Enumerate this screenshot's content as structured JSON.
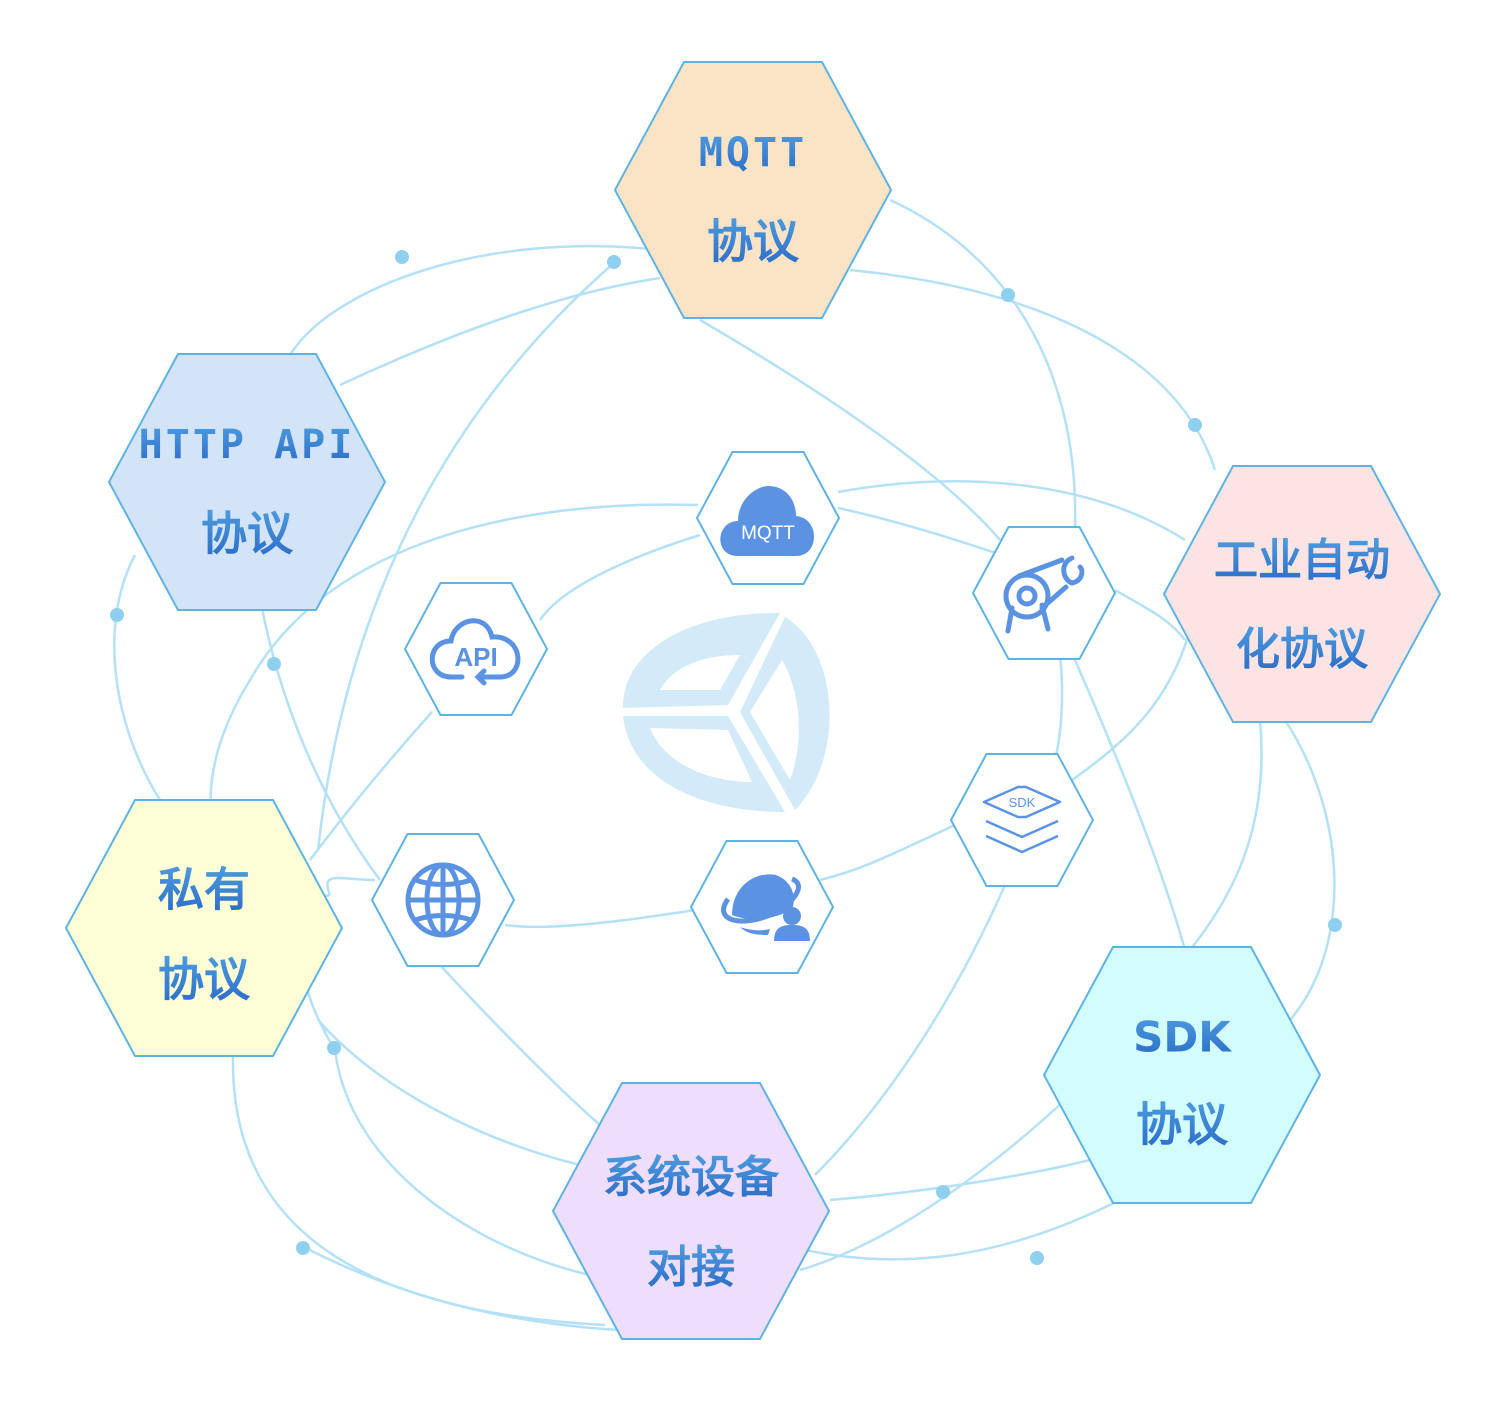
{
  "colors": {
    "line": "#a8dcf5",
    "dot": "#8fd0f0",
    "hex_stroke": "#5fb3e2",
    "icon": "#5b93e2",
    "logo": "#d3eaf8",
    "text_top": "#4f9ee0",
    "text_bottom": "#2a6bc6"
  },
  "center_logo": {
    "name": "platform-logo"
  },
  "protocols": [
    {
      "id": "mqtt",
      "lines": [
        "MQTT",
        "协议"
      ],
      "fill": "#fbe3c6",
      "mono_first": true
    },
    {
      "id": "industrial",
      "lines": [
        "工业自动",
        "化协议"
      ],
      "fill": "#fde4e4",
      "mono_first": false
    },
    {
      "id": "sdk",
      "lines": [
        "SDK",
        "协议"
      ],
      "fill": "#d3fcfc",
      "mono_first": false
    },
    {
      "id": "system",
      "lines": [
        "系统设备",
        "对接"
      ],
      "fill": "#eedefc",
      "mono_first": false
    },
    {
      "id": "private",
      "lines": [
        "私有",
        "协议"
      ],
      "fill": "#fdfdd6",
      "mono_first": false
    },
    {
      "id": "http",
      "lines": [
        "HTTP API",
        "协议"
      ],
      "fill": "#d3e3f8",
      "mono_first": true
    }
  ],
  "icons": [
    {
      "id": "mqtt-cloud",
      "label": "MQTT"
    },
    {
      "id": "robot-arm",
      "label": ""
    },
    {
      "id": "sdk-stack",
      "label": "SDK"
    },
    {
      "id": "planet-user",
      "label": ""
    },
    {
      "id": "globe",
      "label": ""
    },
    {
      "id": "api-cloud",
      "label": "API"
    }
  ]
}
